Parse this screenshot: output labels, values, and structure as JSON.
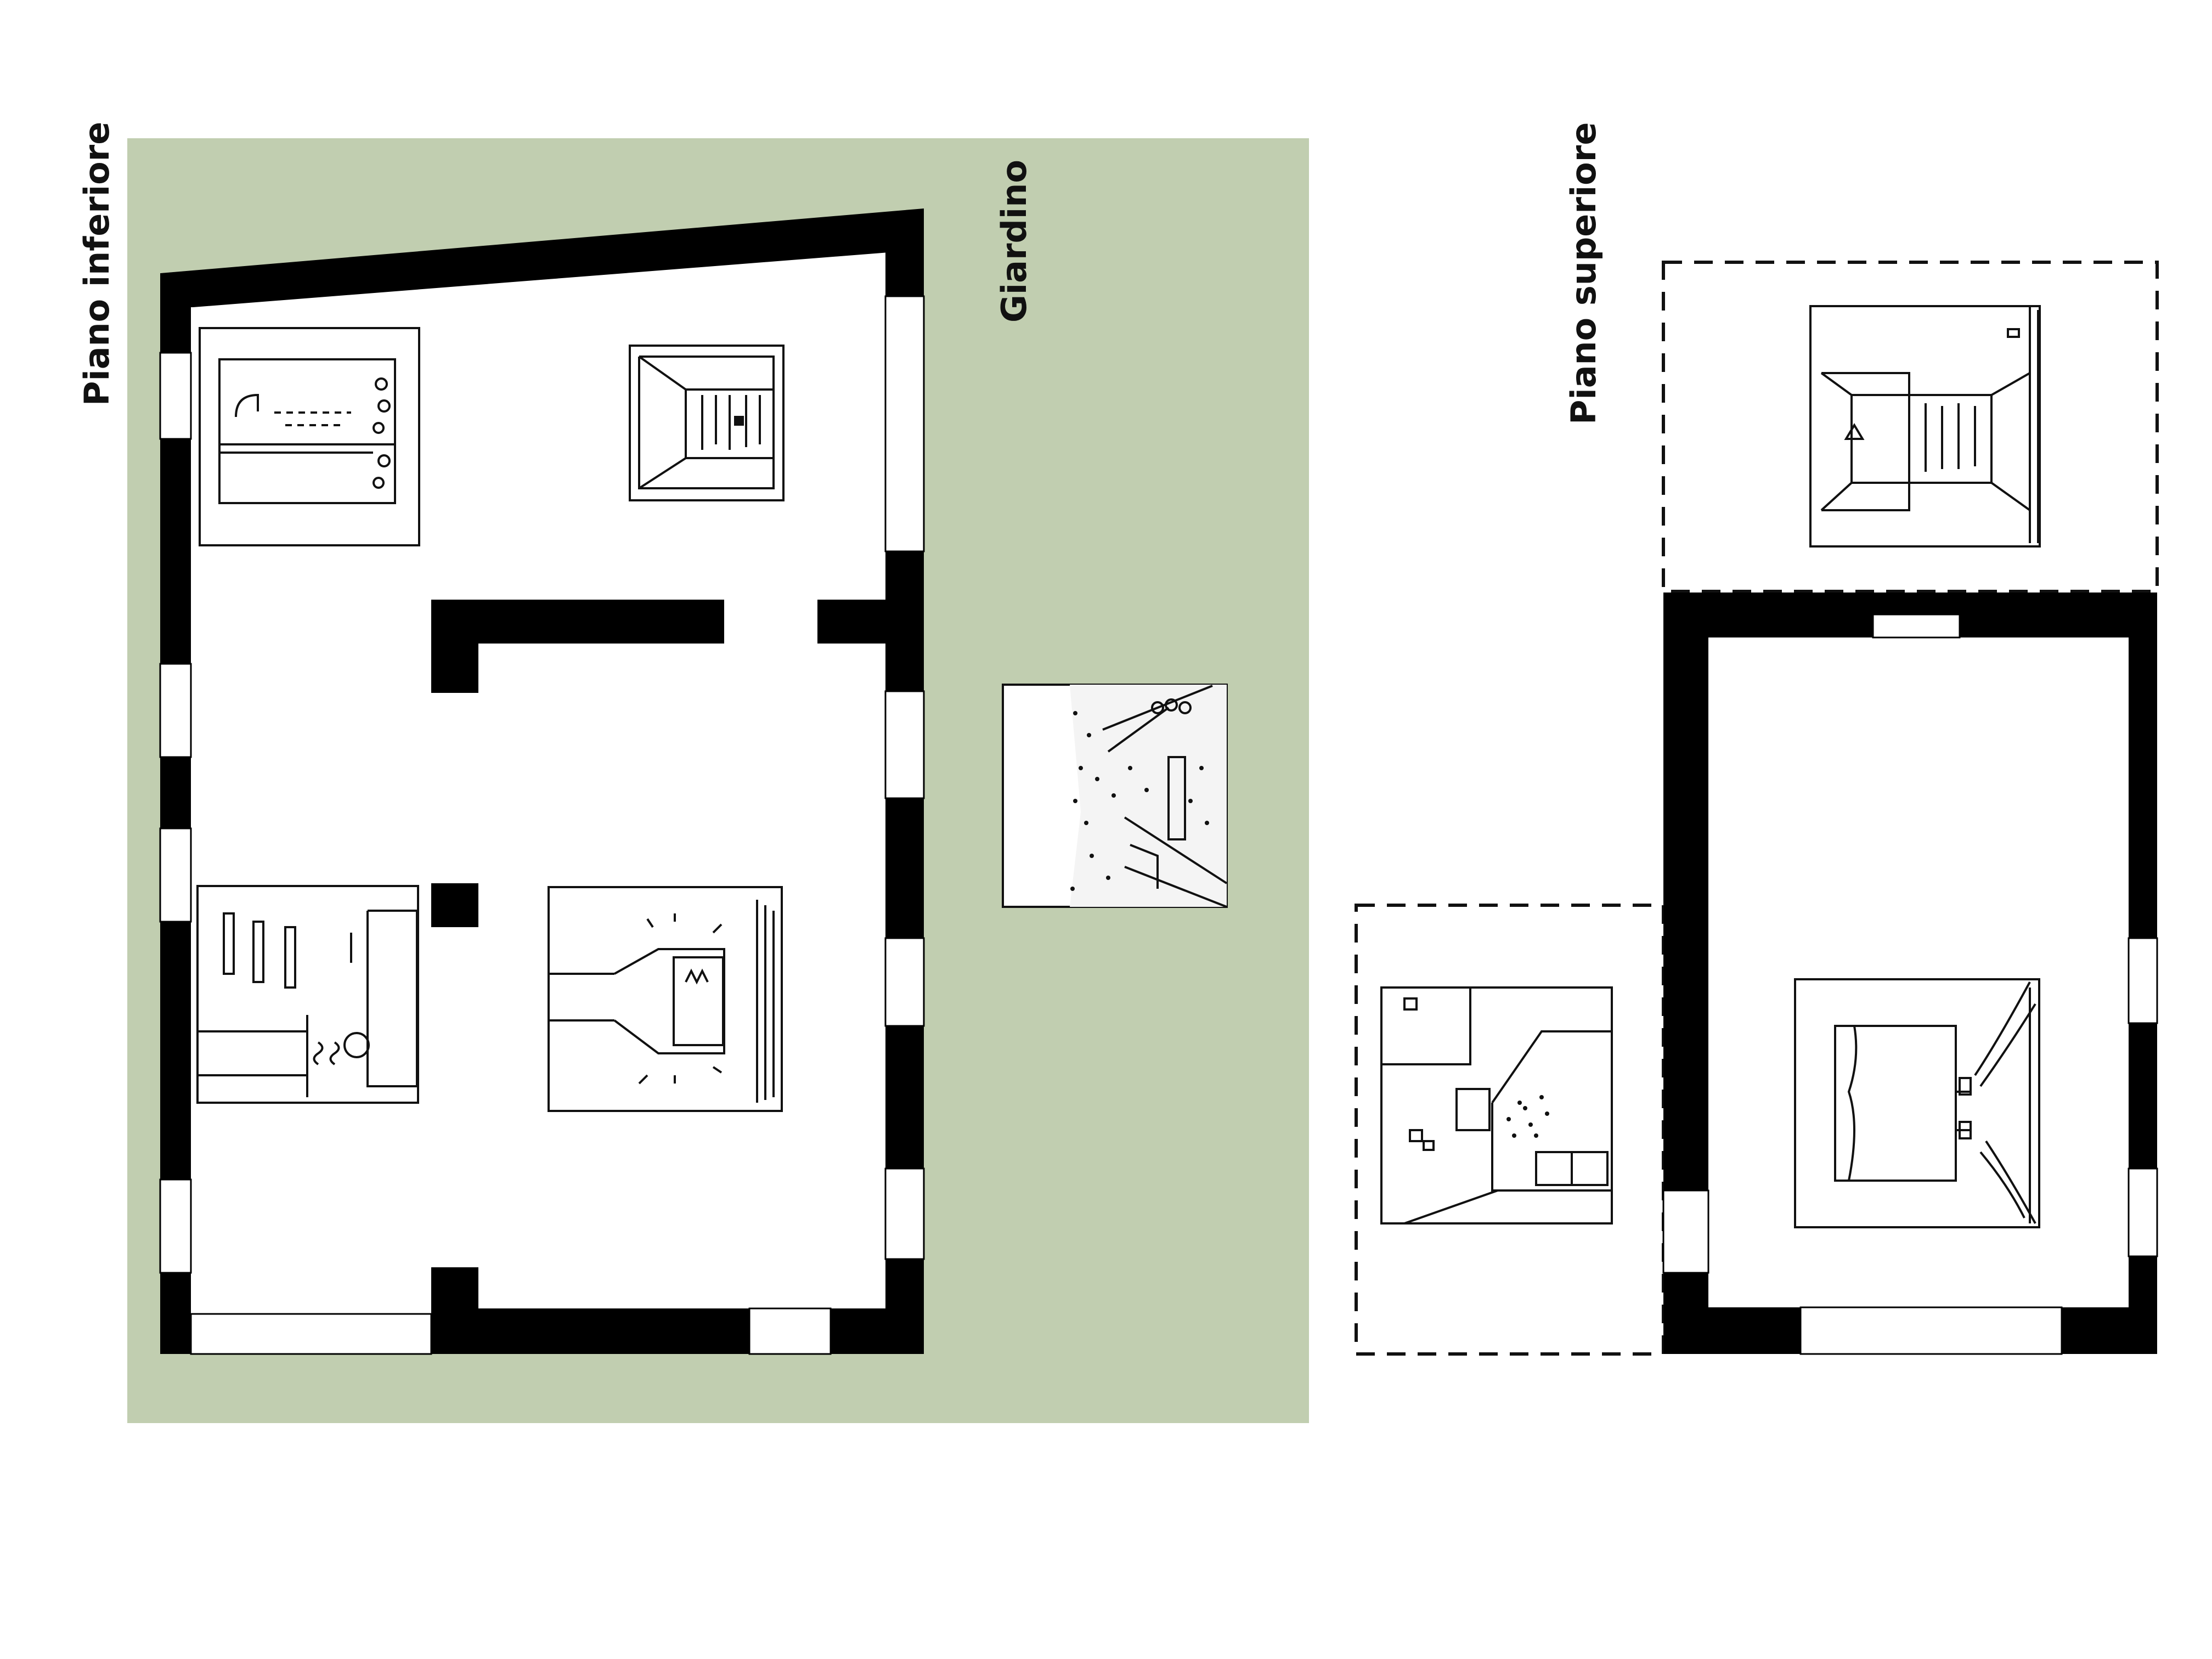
{
  "labels": {
    "lower_floor": "Piano inferiore",
    "garden": "Giardino",
    "upper_floor": "Piano superiore"
  },
  "colors": {
    "garden_fill": "#c1ceb0",
    "wall": "#000000",
    "sketch_line": "#111111",
    "background": "#ffffff"
  },
  "vignettes": {
    "lower_floor": [
      "bathroom-sketch",
      "wardrobe-sketch",
      "kitchen-sketch",
      "fireplace-sketch"
    ],
    "garden": [
      "garden-bench-sketch"
    ],
    "upper_floor": [
      "closet-sketch",
      "desk-sketch",
      "bed-sketch"
    ]
  }
}
